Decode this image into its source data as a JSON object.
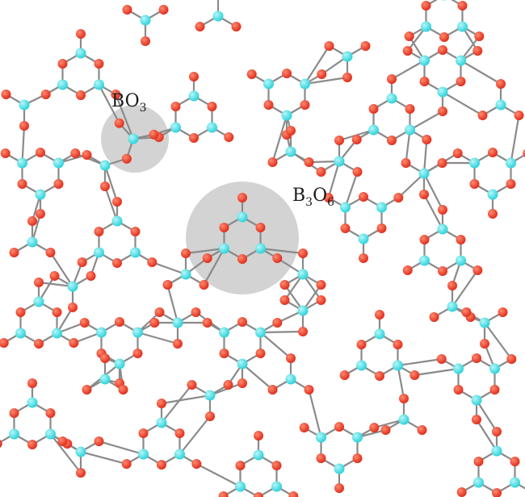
{
  "diagram": {
    "labels": {
      "bo3": {
        "text": "BO",
        "sub": "3"
      },
      "b3o6": {
        "part1": "B",
        "sub1": "3",
        "part2": "O",
        "sub2": "6"
      }
    },
    "colors": {
      "background": "#ffffff",
      "boron_atom": "#2fd4dc",
      "oxygen_atom": "#e0301e",
      "bond": "#8a8a8a",
      "highlight": "#d3d3d3"
    },
    "atom_types": [
      "boron",
      "oxygen"
    ],
    "highlighted_units": [
      "BO3",
      "B3O6"
    ]
  }
}
